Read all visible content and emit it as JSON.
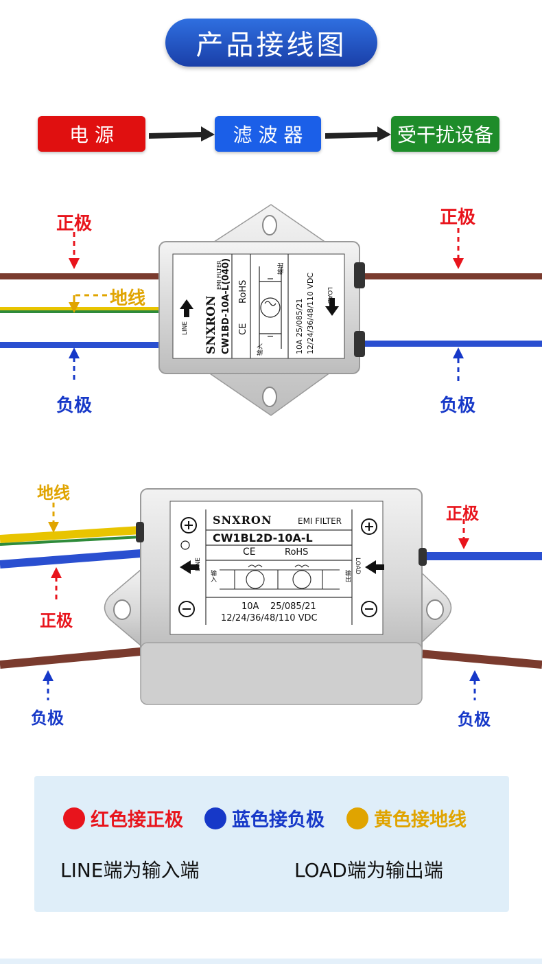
{
  "title": "产品接线图",
  "flow": [
    {
      "label": "电 源",
      "color": "#e01010"
    },
    {
      "label": "滤 波 器",
      "color": "#1b5fe8"
    },
    {
      "label": "受干扰设备",
      "color": "#1e8c2a"
    }
  ],
  "diagram1": {
    "left_positive": "正极",
    "left_ground": "地线",
    "left_negative": "负极",
    "right_positive": "正极",
    "right_negative": "负极",
    "brand": "SNXRON",
    "emi": "EMI FILTER",
    "model": "CW1BD-10A-L(040)",
    "ce": "CE",
    "rohs": "RoHS",
    "line": "LINE",
    "load": "LOAD",
    "spec1": "10A   25/085/21",
    "spec2": "12/24/36/48/110 VDC",
    "in_label": "输入",
    "out_label": "输出"
  },
  "diagram2": {
    "left_ground": "地线",
    "left_positive": "正极",
    "left_negative": "负极",
    "right_positive": "正极",
    "right_negative": "负极",
    "brand": "SNXRON",
    "emi": "EMI FILTER",
    "model": "CW1BL2D-10A-L",
    "ce": "CE",
    "rohs": "RoHS",
    "line": "LINE",
    "load": "LOAD",
    "spec1": "10A    25/085/21",
    "spec2": "12/24/36/48/110 VDC",
    "in_label": "输入",
    "out_label": "输出"
  },
  "legend": {
    "items": [
      {
        "label": "红色接正极",
        "color": "#e8141c"
      },
      {
        "label": "蓝色接负极",
        "color": "#1638c8"
      },
      {
        "label": "黄色接地线",
        "color": "#e0a400"
      }
    ],
    "line_note": "LINE端为输入端",
    "load_note": "LOAD端为输出端"
  },
  "colors": {
    "wire_brown": "#7a3b2e",
    "wire_blue": "#2a4fd0",
    "wire_yellow": "#e8c400",
    "wire_green": "#2e8b3a"
  }
}
